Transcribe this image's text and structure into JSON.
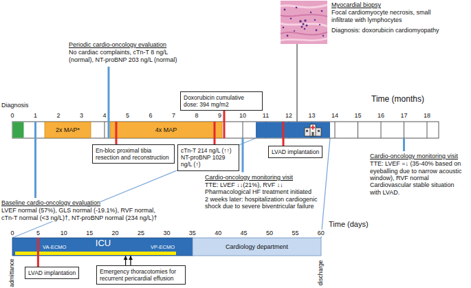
{
  "diagram": {
    "nodes": [
      {
        "text": [
          "Doxorubicin cumulative dose: 394 mg/m2"
        ]
      },
      {
        "text": [
          "2x MAP*"
        ]
      },
      {
        "text": [
          "4x MAP"
        ]
      },
      {
        "text": [
          "En-bloc proximal tibia resection and reconstruction"
        ]
      },
      {
        "text": [
          "cTn-T 214 ng/L (↑↑) NT-proBNP 1029 ng/L (↑)"
        ]
      },
      {
        "text": [
          "LVAD implantation"
        ]
      },
      {
        "text": [
          "ICU",
          "VA-ECMO",
          "VP-ECMO"
        ]
      },
      {
        "text": [
          "Cardiology department"
        ]
      },
      {
        "text": [
          "LVAD implantation"
        ]
      },
      {
        "text": [
          "Emergency thoracotomies for recurrent pericardial effusion"
        ]
      }
    ],
    "edges": [
      {
        "from": 9,
        "to": 6,
        "arrow": "to"
      },
      {
        "from": 9,
        "to": 6,
        "arrow": "to"
      }
    ],
    "labels": [
      "Myocardial biopsy",
      "Focal cardiomyocyte necrosis, small infiltrate with lymphocytes",
      "Diagnosis: doxorubicin cardiomyopathy",
      "Periodic cardio-oncology evaluation",
      "No cardiac complaints, cTn-T 8 ng/L (normal), NT-proBNP 203 ng/L (normal)",
      "Diagnosis",
      "Time (months)",
      "0",
      "1",
      "2",
      "3",
      "4",
      "5",
      "6",
      "7",
      "8",
      "9",
      "10",
      "11",
      "12",
      "13",
      "14",
      "15",
      "16",
      "17",
      "18",
      "Baseline cardio-oncology evaluation",
      "LVEF normal (57%), GLS normal (-19.1%), RVF normal, cTn-T normal (<3 ng/L)†, NT-proBNP normal (234 ng/L)†",
      "Cardio-oncology monitoring visit",
      "TTE: LVEF ↓↓(21%), RVF ↓↓",
      "Pharmacological HF treatment initiated",
      "2 weeks later: hospitalization cardiogenic shock due to severe biventricular failure",
      "Cardio-oncology monitoring visit",
      "TTE: LVEF =↓ (35-40% based on eyeballing due to narrow acoustic window), RVF normal",
      "Cardiovascular stable situation with LVAD.",
      "Time (days)",
      "0",
      "5",
      "10",
      "15",
      "20",
      "25",
      "30",
      "35",
      "40",
      "45",
      "50",
      "55",
      "60",
      "admittance",
      "discharge"
    ]
  }
}
